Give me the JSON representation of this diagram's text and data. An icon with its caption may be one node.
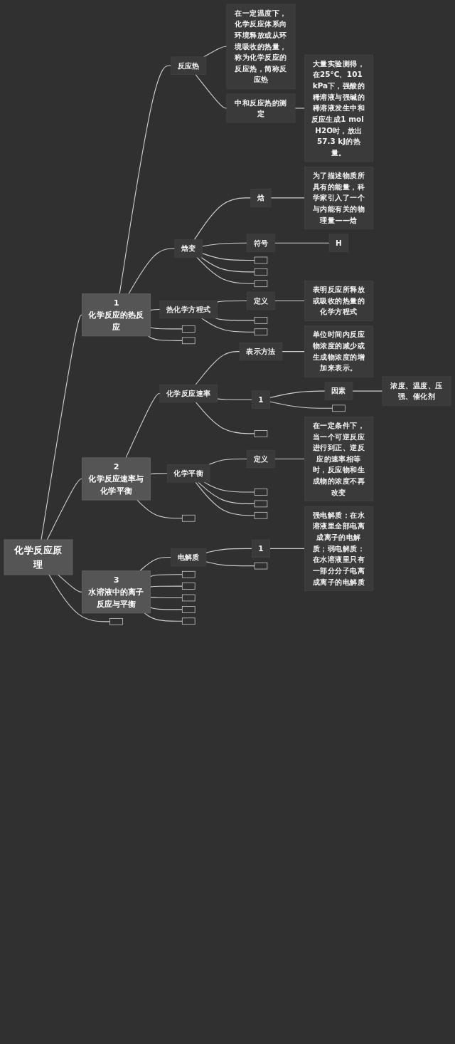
{
  "diagram": {
    "nodes": [
      {
        "text": [
          "化学反应原理"
        ]
      },
      {
        "text": [
          "1",
          "化学反应的热反应"
        ]
      },
      {
        "text": [
          "反应热"
        ]
      },
      {
        "text": [
          "在一定温度下，化学反应体系向环境释放或从环境吸收的热量，称为化学反应的反应热，简称反应热"
        ]
      },
      {
        "text": [
          "中和反应热的测定"
        ]
      },
      {
        "text": [
          "大量实验测得，在25°C、101 kPa下，强酸的稀溶液与强碱的稀溶液发生中和反应生成1 mol H2O时，放出57.3 kJ的热量。"
        ]
      },
      {
        "text": [
          "焓变"
        ]
      },
      {
        "text": [
          "焓"
        ]
      },
      {
        "text": [
          "为了描述物质所具有的能量，科学家引入了一个与内能有关的物理量——焓"
        ]
      },
      {
        "text": [
          "符号"
        ]
      },
      {
        "text": [
          "H"
        ]
      },
      {
        "text": [],
        "shape": "box"
      },
      {
        "text": [],
        "shape": "box"
      },
      {
        "text": [],
        "shape": "box"
      },
      {
        "text": [
          "热化学方程式"
        ]
      },
      {
        "text": [
          "定义"
        ]
      },
      {
        "text": [
          "表明反应所释放或吸收的热量的化学方程式"
        ]
      },
      {
        "text": [],
        "shape": "box"
      },
      {
        "text": [],
        "shape": "box"
      },
      {
        "text": [],
        "shape": "box"
      },
      {
        "text": [],
        "shape": "box"
      },
      {
        "text": [
          "2",
          "化学反应速率与化学平衡"
        ]
      },
      {
        "text": [
          "化学反应速率"
        ]
      },
      {
        "text": [
          "表示方法"
        ]
      },
      {
        "text": [
          "单位时间内反应物浓度的减少或生成物浓度的增加来表示。"
        ]
      },
      {
        "text": [
          "1"
        ]
      },
      {
        "text": [
          "因素"
        ]
      },
      {
        "text": [
          "浓度、温度、压强、催化剂"
        ]
      },
      {
        "text": [],
        "shape": "box"
      },
      {
        "text": [],
        "shape": "box"
      },
      {
        "text": [
          "化学平衡"
        ]
      },
      {
        "text": [
          "定义"
        ]
      },
      {
        "text": [
          "在一定条件下，当一个可逆反应进行到正、逆反应的速率相等时，反应物和生成物的浓度不再改变"
        ]
      },
      {
        "text": [],
        "shape": "box"
      },
      {
        "text": [],
        "shape": "box"
      },
      {
        "text": [],
        "shape": "box"
      },
      {
        "text": [],
        "shape": "box"
      },
      {
        "text": [
          "3",
          "水溶液中的离子反应与平衡"
        ]
      },
      {
        "text": [
          "电解质"
        ]
      },
      {
        "text": [
          "1"
        ]
      },
      {
        "text": [
          "强电解质：在水溶液里全部电离成离子的电解质；弱电解质：在水溶液里只有一部分分子电离成离子的电解质"
        ]
      },
      {
        "text": [],
        "shape": "box"
      },
      {
        "text": [],
        "shape": "box"
      },
      {
        "text": [],
        "shape": "box"
      },
      {
        "text": [],
        "shape": "box"
      },
      {
        "text": [],
        "shape": "box"
      },
      {
        "text": [],
        "shape": "box"
      },
      {
        "text": [],
        "shape": "box"
      }
    ],
    "edges": [
      {
        "from": 0,
        "to": 1,
        "arrow": "none"
      },
      {
        "from": 1,
        "to": 2,
        "arrow": "none"
      },
      {
        "from": 2,
        "to": 3,
        "arrow": "none"
      },
      {
        "from": 2,
        "to": 4,
        "arrow": "none"
      },
      {
        "from": 4,
        "to": 5,
        "arrow": "none"
      },
      {
        "from": 1,
        "to": 6,
        "arrow": "none"
      },
      {
        "from": 6,
        "to": 7,
        "arrow": "none"
      },
      {
        "from": 7,
        "to": 8,
        "arrow": "none"
      },
      {
        "from": 6,
        "to": 9,
        "arrow": "none"
      },
      {
        "from": 9,
        "to": 10,
        "arrow": "none"
      },
      {
        "from": 6,
        "to": 11,
        "arrow": "none"
      },
      {
        "from": 6,
        "to": 12,
        "arrow": "none"
      },
      {
        "from": 6,
        "to": 13,
        "arrow": "none"
      },
      {
        "from": 1,
        "to": 14,
        "arrow": "none"
      },
      {
        "from": 14,
        "to": 15,
        "arrow": "none"
      },
      {
        "from": 15,
        "to": 16,
        "arrow": "none"
      },
      {
        "from": 14,
        "to": 17,
        "arrow": "none"
      },
      {
        "from": 14,
        "to": 18,
        "arrow": "none"
      },
      {
        "from": 1,
        "to": 19,
        "arrow": "none"
      },
      {
        "from": 1,
        "to": 20,
        "arrow": "none"
      },
      {
        "from": 0,
        "to": 21,
        "arrow": "none"
      },
      {
        "from": 21,
        "to": 22,
        "arrow": "none"
      },
      {
        "from": 22,
        "to": 23,
        "arrow": "none"
      },
      {
        "from": 23,
        "to": 24,
        "arrow": "none"
      },
      {
        "from": 22,
        "to": 25,
        "arrow": "none"
      },
      {
        "from": 25,
        "to": 26,
        "arrow": "none"
      },
      {
        "from": 26,
        "to": 27,
        "arrow": "none"
      },
      {
        "from": 25,
        "to": 28,
        "arrow": "none"
      },
      {
        "from": 22,
        "to": 29,
        "arrow": "none"
      },
      {
        "from": 21,
        "to": 30,
        "arrow": "none"
      },
      {
        "from": 30,
        "to": 31,
        "arrow": "none"
      },
      {
        "from": 31,
        "to": 32,
        "arrow": "none"
      },
      {
        "from": 30,
        "to": 33,
        "arrow": "none"
      },
      {
        "from": 30,
        "to": 34,
        "arrow": "none"
      },
      {
        "from": 30,
        "to": 35,
        "arrow": "none"
      },
      {
        "from": 21,
        "to": 36,
        "arrow": "none"
      },
      {
        "from": 0,
        "to": 37,
        "arrow": "none"
      },
      {
        "from": 37,
        "to": 38,
        "arrow": "none"
      },
      {
        "from": 38,
        "to": 39,
        "arrow": "none"
      },
      {
        "from": 39,
        "to": 40,
        "arrow": "none"
      },
      {
        "from": 38,
        "to": 41,
        "arrow": "none"
      },
      {
        "from": 37,
        "to": 42,
        "arrow": "none"
      },
      {
        "from": 37,
        "to": 43,
        "arrow": "none"
      },
      {
        "from": 37,
        "to": 44,
        "arrow": "none"
      },
      {
        "from": 37,
        "to": 45,
        "arrow": "none"
      },
      {
        "from": 37,
        "to": 46,
        "arrow": "none"
      },
      {
        "from": 0,
        "to": 47,
        "arrow": "none"
      }
    ]
  }
}
